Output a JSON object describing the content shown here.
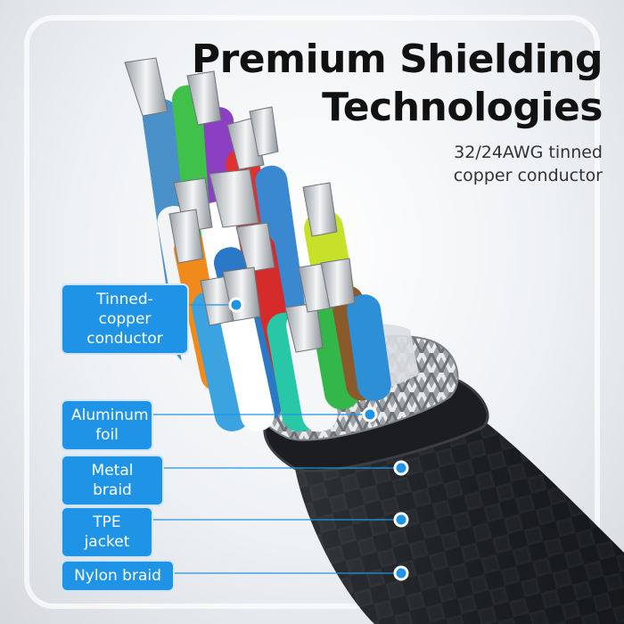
{
  "headline": {
    "line1": "Premium Shielding",
    "line2": "Technologies"
  },
  "subheadline": {
    "line1": "32/24AWG tinned",
    "line2": "copper conductor"
  },
  "callouts": [
    {
      "line1": "Tinned-copper",
      "line2": "conductor"
    },
    {
      "line1": "Aluminum",
      "line2": "foil"
    },
    {
      "line1": "Metal braid"
    },
    {
      "line1": "TPE jacket"
    },
    {
      "line1": "Nylon braid"
    }
  ],
  "colors": {
    "callout_bg": "#1f93e6",
    "callout_dot": "#1f93e6",
    "headline": "#111111",
    "jacket": "#202326"
  }
}
